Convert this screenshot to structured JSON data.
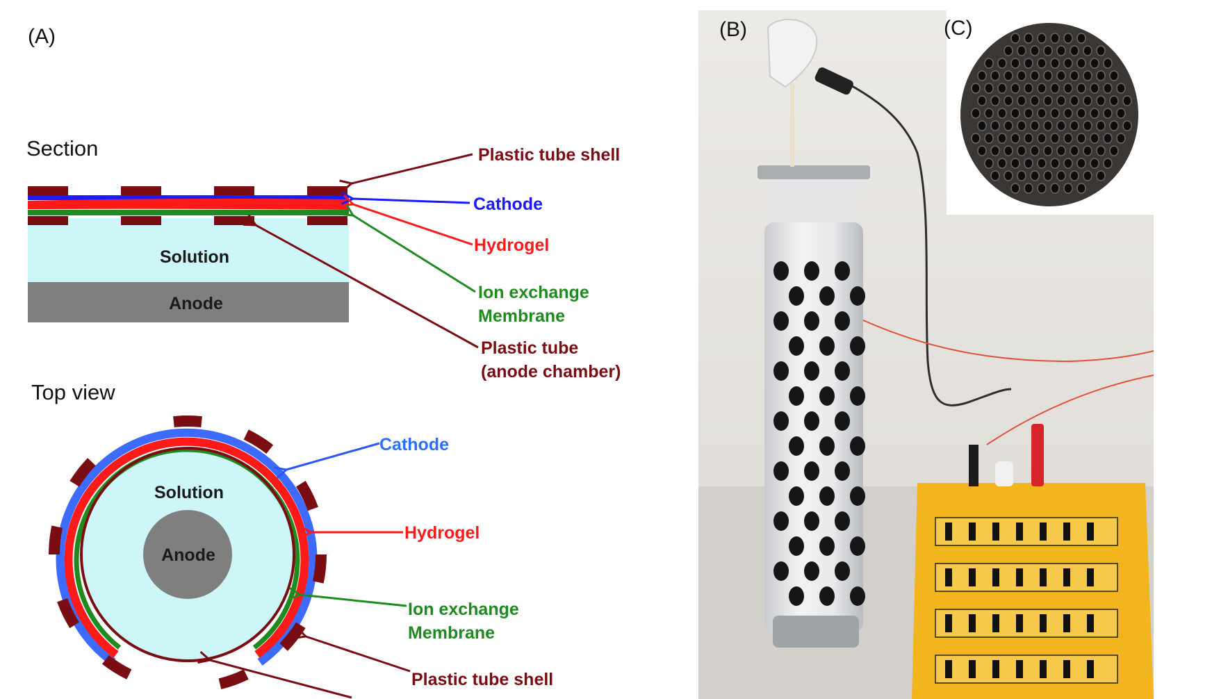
{
  "panels": {
    "a_label": "(A)",
    "b_label": "(B)",
    "c_label": "(C)"
  },
  "section": {
    "heading": "Section",
    "solution": "Solution",
    "anode": "Anode",
    "callouts": {
      "shell": "Plastic tube shell",
      "cathode": "Cathode",
      "hydrogel": "Hydrogel",
      "membrane_line1": "Ion exchange",
      "membrane_line2": "Membrane",
      "tube_line1": "Plastic tube",
      "tube_line2": "(anode chamber)"
    }
  },
  "top_view": {
    "heading": "Top view",
    "solution": "Solution",
    "anode": "Anode",
    "callouts": {
      "cathode": "Cathode",
      "hydrogel": "Hydrogel",
      "membrane_line1": "Ion exchange",
      "membrane_line2": "Membrane",
      "shell": "Plastic tube shell"
    }
  },
  "colors": {
    "shell": "#7a0d12",
    "cathode_section": "#1a1aff",
    "cathode_topview": "#3d6bff",
    "hydrogel": "#ff1a1a",
    "membrane": "#1f8a1f",
    "solution": "#cdf6f9",
    "anode": "#7f7f7f",
    "resistor_box": "#f2b51d"
  },
  "photos": {
    "b_icon": "photo-microbial-fuel-cell",
    "c_icon": "photo-honeycomb-disc"
  }
}
